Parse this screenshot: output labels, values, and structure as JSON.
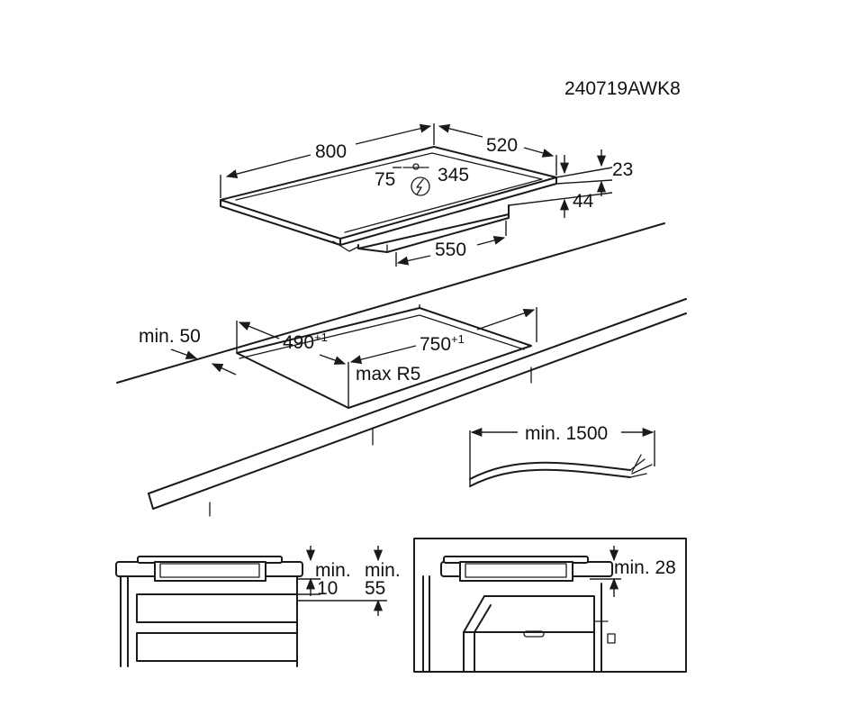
{
  "doc_code": "240719AWK8",
  "top_view": {
    "width": "800",
    "depth": "520",
    "thickness_top": "23",
    "thickness_total": "44",
    "conn_x": "75",
    "conn_y": "345",
    "underside_width": "550",
    "electric_symbol": "lightning-bolt-in-circle"
  },
  "cutout": {
    "min_edge": "min. 50",
    "depth": "490",
    "depth_tol": "+1",
    "width": "750",
    "width_tol": "+1",
    "radius": "max R5"
  },
  "cable": {
    "length": "min. 1500"
  },
  "section_drawers": {
    "gap_label_a": "min.",
    "gap_value_a": "10",
    "gap_label_b": "min.",
    "gap_value_b": "55"
  },
  "section_oven": {
    "gap": "min. 28"
  }
}
